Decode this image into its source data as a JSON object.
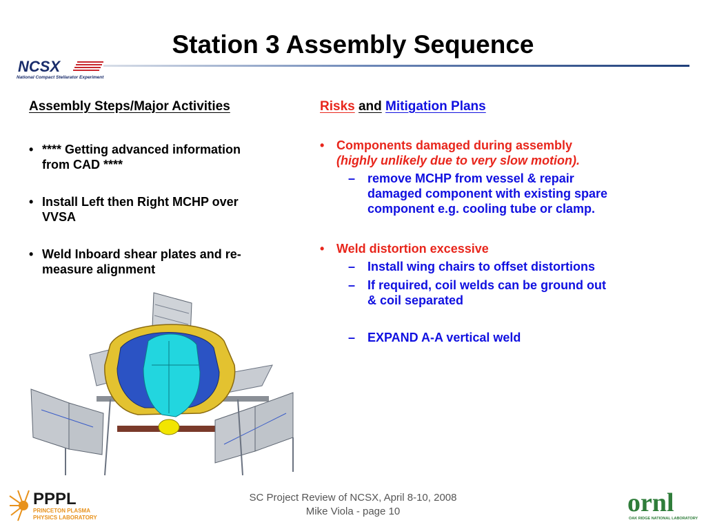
{
  "slide": {
    "title": "Station 3 Assembly Sequence",
    "logo_ncsx_text": "NCSX",
    "logo_ncsx_subtitle": "National Compact Stellarator Experiment"
  },
  "left": {
    "heading": "Assembly Steps/Major Activities",
    "bullet_char": "•",
    "items": [
      {
        "line1": "**** Getting advanced information",
        "line2": "from CAD ****"
      },
      {
        "line1": "Install Left then Right MCHP over",
        "line2": "VVSA"
      },
      {
        "line1": "Weld Inboard shear plates and re-",
        "line2": "measure alignment"
      }
    ]
  },
  "right": {
    "heading_risks": "Risks",
    "heading_and": "and",
    "heading_mitigation": "Mitigation Plans",
    "bullet_char": "•",
    "dash_char": "–",
    "risk1": {
      "title": "Components damaged during assembly",
      "note": "(highly unlikely due to very slow motion).",
      "sub1": [
        "remove MCHP from vessel & repair",
        "damaged component with existing spare",
        "component e.g. cooling tube or clamp."
      ]
    },
    "risk2": {
      "title": "Weld distortion excessive",
      "sub1": "Install wing chairs to offset distortions",
      "sub2": [
        "If required, coil welds can be ground out",
        "& coil separated"
      ],
      "sub3": "EXPAND A-A vertical weld"
    }
  },
  "footer": {
    "line1": "SC Project Review of NCSX, April 8-10, 2008",
    "line2": "Mike Viola - page 10",
    "pppl_text": "PPPL",
    "pppl_sub1": "PRINCETON PLASMA",
    "pppl_sub2": "PHYSICS LABORATORY",
    "ornl_text": "ornl",
    "ornl_sub": "OAK RIDGE NATIONAL LABORATORY"
  },
  "colors": {
    "risk_red": "#e8261c",
    "mitigation_blue": "#1010e0",
    "ncsx_navy": "#1a2d6b",
    "ornl_green": "#2f7d3a",
    "pppl_orange": "#e8921c"
  }
}
